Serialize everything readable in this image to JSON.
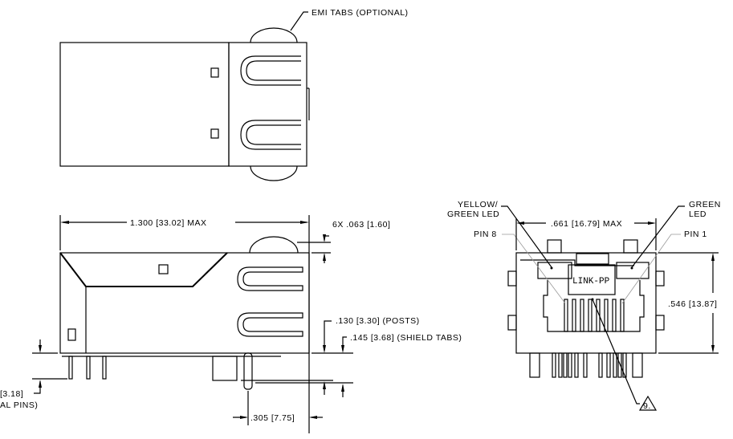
{
  "top_view": {
    "emi_label": "EMI TABS (OPTIONAL)"
  },
  "side_view": {
    "length_dim": "1.300 [33.02] MAX",
    "emi_dim": "6X .063 [1.60]",
    "posts_dim": ".130 [3.30] (POSTS)",
    "shield_tabs_dim": ".145 [3.68] (SHIELD TABS)",
    "signal_pins_dim_line1": "[3.18]",
    "signal_pins_dim_line2": "AL PINS)",
    "post_offset_dim": ".305 [7.75]"
  },
  "front_view": {
    "yellow_led_line1": "YELLOW/",
    "yellow_led_line2": "GREEN LED",
    "green_led_line1": "GREEN",
    "green_led_line2": "LED",
    "pin8": "PIN 8",
    "pin1": "PIN 1",
    "width_dim": ".661 [16.79] MAX",
    "height_dim": ".546 [13.87]",
    "logo": "LINK-PP",
    "note_callout": "9."
  }
}
